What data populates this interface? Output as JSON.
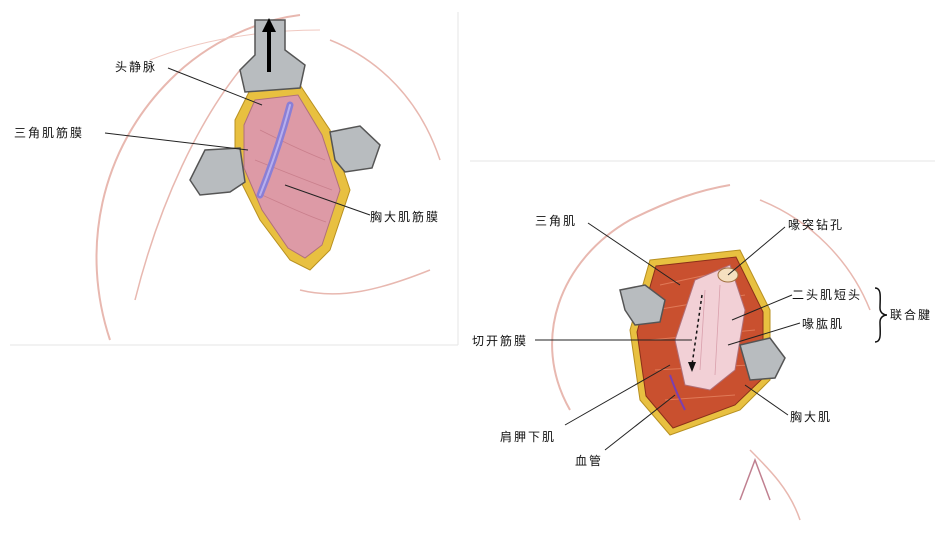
{
  "figure_left": {
    "labels": {
      "cephalic_vein": "头静脉",
      "deltoid_fascia": "三角肌筋膜",
      "pectoral_fascia": "胸大肌筋膜"
    }
  },
  "figure_right": {
    "labels": {
      "deltoid": "三角肌",
      "coracoid": "喙突钻孔",
      "biceps_short_head": "二头肌短头",
      "coracobrachialis": "喙肱肌",
      "conjoined_tendon": "联合腱",
      "incised_fascia": "切开筋膜",
      "subscapularis": "肩胛下肌",
      "vessels": "血管",
      "pectoralis_major": "胸大肌"
    }
  },
  "colors": {
    "skin_line": "#e8b8b0",
    "fascia_pink": "#dd9aa6",
    "vein_purple": "#8a7fd6",
    "fat_yellow": "#e8c040",
    "retractor_gray": "#b8bcbf",
    "muscle_red": "#c9502f"
  }
}
